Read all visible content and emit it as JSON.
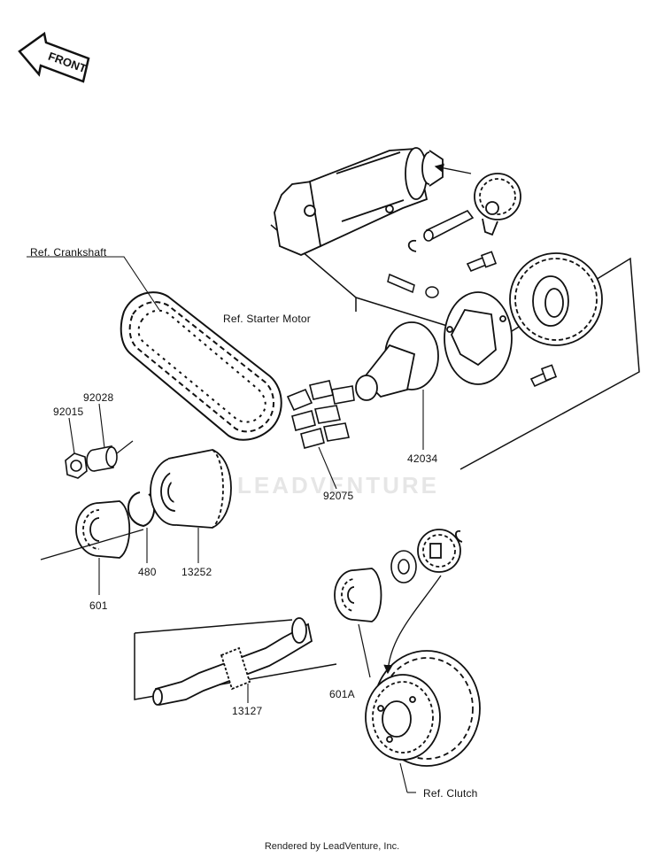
{
  "front_label": "FRONT",
  "watermark": "LEADVENTURE",
  "refs": {
    "crankshaft": "Ref. Crankshaft",
    "starter_motor": "Ref. Starter Motor",
    "clutch": "Ref. Clutch"
  },
  "parts": {
    "p92028": "92028",
    "p92015": "92015",
    "p601": "601",
    "p480": "480",
    "p13252": "13252",
    "p92075": "92075",
    "p42034": "42034",
    "p13127": "13127",
    "p601A": "601A"
  },
  "footer": "Rendered by LeadVenture, Inc.",
  "colors": {
    "ink": "#111111",
    "paper": "#ffffff",
    "watermark": "#e6e6e6"
  }
}
